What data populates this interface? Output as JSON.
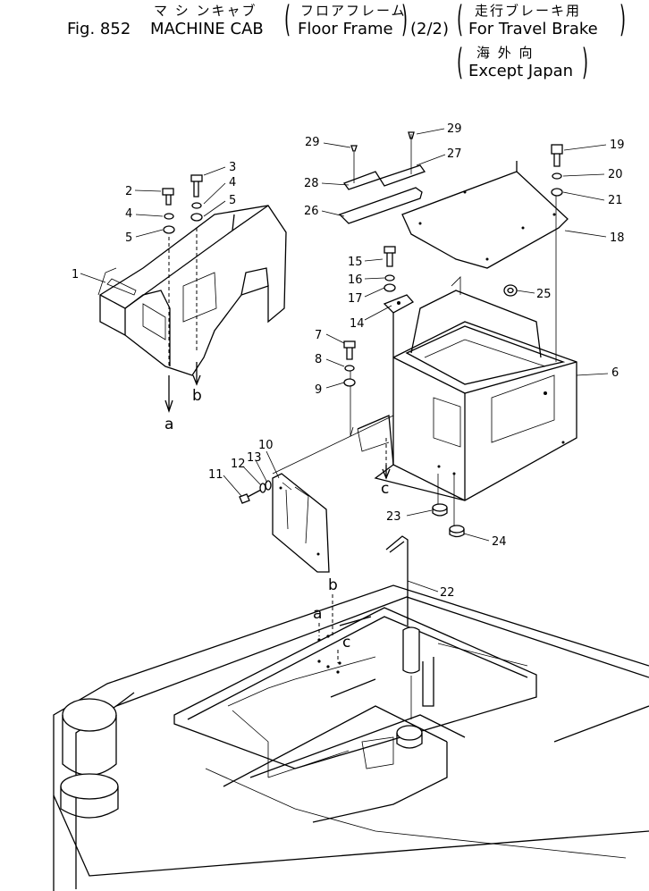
{
  "title": {
    "fig_label": "Fig. 852",
    "jp_main": "マ シ ンキャブ",
    "en_main": "MACHINE CAB",
    "jp_sub": "フロアフレーム",
    "en_sub": "Floor Frame",
    "page": "(2/2)",
    "jp_note1": "走行ブレーキ用",
    "en_note1": "For Travel Brake",
    "jp_note2": "海 外 向",
    "en_note2": "Except Japan"
  },
  "callouts": [
    "1",
    "2",
    "3",
    "4",
    "5",
    "6",
    "7",
    "8",
    "9",
    "10",
    "11",
    "12",
    "13",
    "14",
    "15",
    "16",
    "17",
    "18",
    "19",
    "20",
    "21",
    "22",
    "23",
    "24",
    "25",
    "26",
    "27",
    "28",
    "29"
  ],
  "reference_letters": [
    "a",
    "b",
    "c"
  ]
}
